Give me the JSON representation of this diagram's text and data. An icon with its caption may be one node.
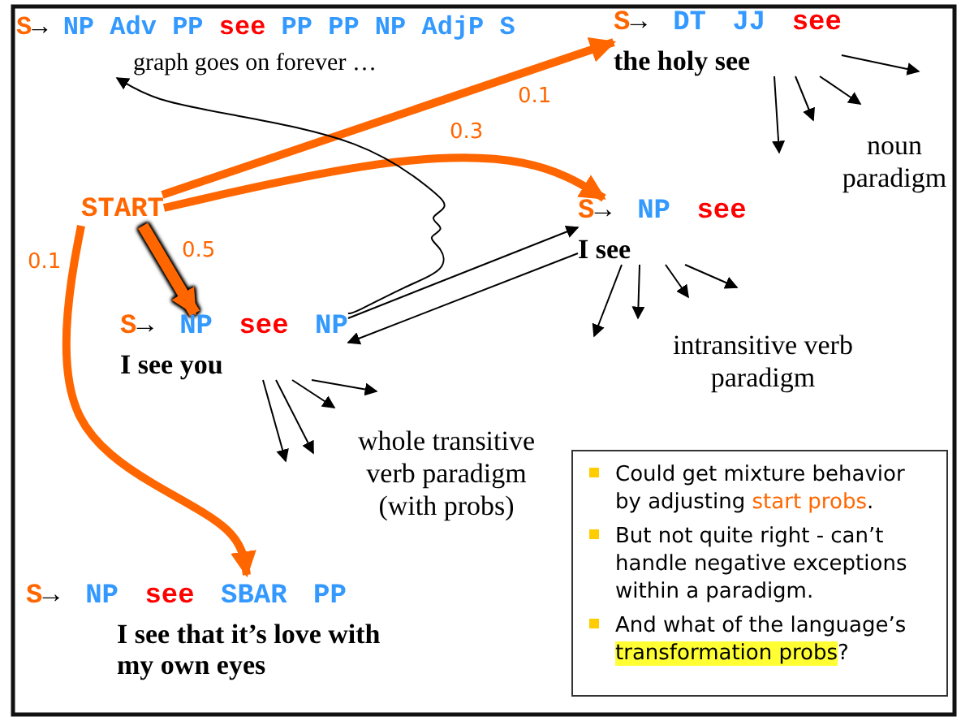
{
  "diagram": {
    "nodes": [
      {
        "text": [
          "S→ NP Adv PP see PP PP NP AdjP S",
          "graph goes on forever …"
        ]
      },
      {
        "text": [
          "S→ DT JJ see",
          "the holy see"
        ]
      },
      {
        "text": [
          "START"
        ]
      },
      {
        "text": [
          "S→ NP see",
          "I see"
        ]
      },
      {
        "text": [
          "S→ NP see NP",
          "I see you"
        ]
      },
      {
        "text": [
          "S→ NP see SBAR PP",
          "I see that it’s love with my own eyes"
        ]
      },
      {
        "text": [
          "Could get mixture behavior by adjusting **start probs**.",
          "But not quite right - can’t handle negative exceptions within a paradigm.",
          "And what of the language’s *transformation probs*?"
        ]
      }
    ],
    "edges": [
      {
        "from": 2,
        "to": 1,
        "arrow": "to",
        "label": "0.1",
        "style": "thick",
        "color": "#ff6600"
      },
      {
        "from": 2,
        "to": 3,
        "arrow": "to",
        "label": "0.3",
        "style": "thick",
        "color": "#ff6600"
      },
      {
        "from": 2,
        "to": 4,
        "arrow": "to",
        "label": "0.5",
        "style": "thick",
        "color": "#ff6600"
      },
      {
        "from": 2,
        "to": 5,
        "arrow": "to",
        "label": "0.1",
        "style": "thick",
        "color": "#ff6600"
      },
      {
        "from": 4,
        "to": 0,
        "arrow": "to"
      },
      {
        "from": 4,
        "to": 3,
        "arrow": "to"
      },
      {
        "from": 3,
        "to": 4,
        "arrow": "to"
      },
      {
        "from": 1,
        "to": null,
        "arrow": "to"
      },
      {
        "from": 1,
        "to": null,
        "arrow": "to"
      },
      {
        "from": 1,
        "to": null,
        "arrow": "to"
      },
      {
        "from": 1,
        "to": null,
        "arrow": "to"
      },
      {
        "from": 3,
        "to": null,
        "arrow": "to"
      },
      {
        "from": 3,
        "to": null,
        "arrow": "to"
      },
      {
        "from": 3,
        "to": null,
        "arrow": "to"
      },
      {
        "from": 3,
        "to": null,
        "arrow": "to"
      },
      {
        "from": 4,
        "to": null,
        "arrow": "to"
      },
      {
        "from": 4,
        "to": null,
        "arrow": "to"
      },
      {
        "from": 4,
        "to": null,
        "arrow": "to"
      },
      {
        "from": 4,
        "to": null,
        "arrow": "to"
      }
    ],
    "labels": [
      "noun paradigm",
      "intransitive verb paradigm",
      "whole transitive verb paradigm (with probs)"
    ]
  }
}
